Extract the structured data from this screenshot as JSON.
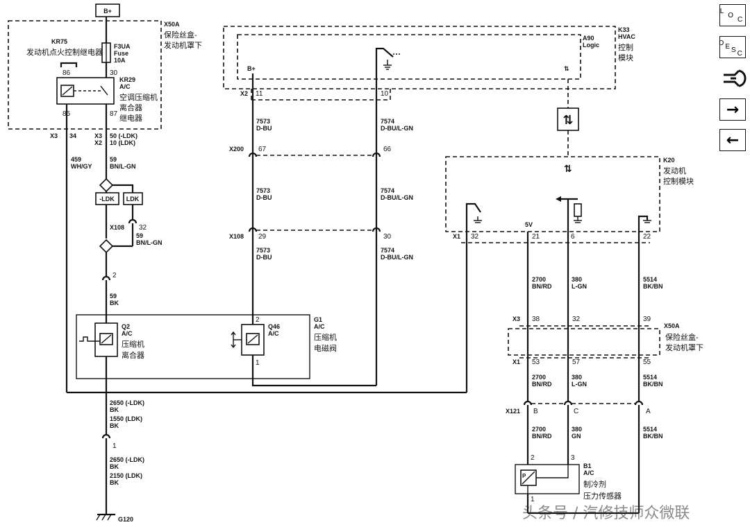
{
  "power": "B+",
  "ground_label": "G120",
  "watermark": "头条号 / 汽修技师众微联",
  "nav": {
    "loc": [
      "L",
      "O",
      "C"
    ],
    "desc": [
      "D",
      "E",
      "S",
      "C"
    ],
    "next_icon": "→",
    "prev_icon": "←"
  },
  "components": {
    "x50a_top": {
      "id": "X50A",
      "name1": "保险丝盒-",
      "name2": "发动机罩下"
    },
    "kr75": {
      "id": "KR75",
      "name": "发动机点火控制继电器"
    },
    "f3ua": {
      "id": "F3UA",
      "type": "Fuse",
      "rating": "10A"
    },
    "kr29": {
      "id": "KR29",
      "sub": "A/C",
      "name1": "空调压缩机",
      "name2": "离合器",
      "name3": "继电器"
    },
    "k33": {
      "id": "K33",
      "sub": "HVAC",
      "name1": "控制",
      "name2": "模块"
    },
    "a90": {
      "id": "A90",
      "sub": "Logic"
    },
    "k20": {
      "id": "K20",
      "name1": "发动机",
      "name2": "控制模块"
    },
    "x50a_bot": {
      "id": "X50A",
      "name1": "保险丝盒-",
      "name2": "发动机罩下"
    },
    "g1": {
      "id": "G1",
      "sub": "A/C",
      "name1": "压缩机",
      "name2": "电磁阀"
    },
    "q2": {
      "id": "Q2",
      "sub": "A/C",
      "name1": "压缩机",
      "name2": "离合器"
    },
    "q46": {
      "id": "Q46",
      "sub": "A/C"
    },
    "b1": {
      "id": "B1",
      "sub": "A/C",
      "name1": "制冷剂",
      "name2": "压力传感器"
    },
    "ldk_not": "-LDK",
    "ldk": "LDK"
  },
  "connectors": {
    "x2": "X2",
    "x3": "X3",
    "x200": "X200",
    "x108": "X108",
    "x1": "X1",
    "x121": "X121"
  },
  "pins": {
    "kr29_86": "86",
    "kr29_30": "30",
    "kr29_85": "85",
    "kr29_87": "87",
    "x3_34": "34",
    "x3_50": "50 (-LDK)",
    "x2_10": "10 (LDK)",
    "x2_11": "11",
    "x2_10b": "10",
    "x200_67": "67",
    "x200_66": "66",
    "x108_29": "29",
    "x108_30": "30",
    "x108_32": "32",
    "conn_2": "2",
    "conn_1": "1",
    "q46_2": "2",
    "q46_1": "1",
    "k20_32": "32",
    "k20_21": "21",
    "k20_6": "6",
    "k20_22": "22",
    "k20_5v": "5V",
    "x3b_38": "38",
    "x3b_32": "32",
    "x3b_39": "39",
    "x1b_53": "53",
    "x1b_57": "57",
    "x1b_55": "55",
    "x121_b": "B",
    "x121_c": "C",
    "x121_a": "A",
    "b1_2": "2",
    "b1_3": "3",
    "b1_1": "1"
  },
  "wires": {
    "w459": [
      "459",
      "WH/GY"
    ],
    "w59a": [
      "59",
      "BN/L-GN"
    ],
    "w59b": [
      "59",
      "BN/L-GN"
    ],
    "w59c": [
      "59",
      "BK"
    ],
    "w7573a": [
      "7573",
      "D-BU"
    ],
    "w7573b": [
      "7573",
      "D-BU"
    ],
    "w7573c": [
      "7573",
      "D-BU"
    ],
    "w7574a": [
      "7574",
      "D-BU/L-GN"
    ],
    "w7574b": [
      "7574",
      "D-BU/L-GN"
    ],
    "w7574c": [
      "7574",
      "D-BU/L-GN"
    ],
    "w2650a": [
      "2650 (-LDK)",
      "BK"
    ],
    "w1550": [
      "1550 (LDK)",
      "BK"
    ],
    "w2650b": [
      "2650 (-LDK)",
      "BK"
    ],
    "w2150": [
      "2150 (LDK)",
      "BK"
    ],
    "w2700a": [
      "2700",
      "BN/RD"
    ],
    "w2700b": [
      "2700",
      "BN/RD"
    ],
    "w2700c": [
      "2700",
      "BN/RD"
    ],
    "w380a": [
      "380",
      "L-GN"
    ],
    "w380b": [
      "380",
      "L-GN"
    ],
    "w380c": [
      "380",
      "GN"
    ],
    "w5514a": [
      "5514",
      "BK/BN"
    ],
    "w5514b": [
      "5514",
      "BK/BN"
    ],
    "w5514c": [
      "5514",
      "BK/BN"
    ]
  }
}
